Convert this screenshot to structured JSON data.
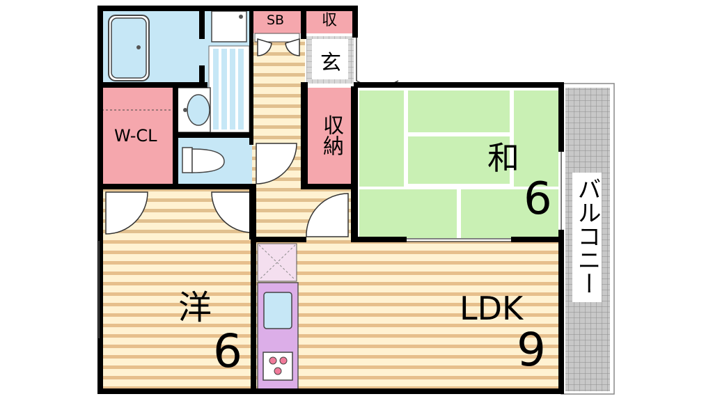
{
  "floor_plan": {
    "rooms": {
      "western": {
        "name": "洋",
        "size": "6"
      },
      "japanese": {
        "name": "和",
        "size": "6"
      },
      "ldk": {
        "name": "LDK",
        "size": "9"
      },
      "walk_in_closet": {
        "name": "W-CL"
      },
      "storage": {
        "name": "収納"
      },
      "shoe_box": {
        "name": "SB"
      },
      "small_storage": {
        "name": "収"
      },
      "entrance": {
        "name": "玄"
      },
      "balcony": {
        "name": "バルコニー"
      }
    },
    "colors": {
      "wood_light": "#fff1cf",
      "wood_stripe": "#e8c08a",
      "tatami": "#c9f0b4",
      "tatami_border": "#ffffff",
      "wet_area": "#c6e7f6",
      "closet": "#f5a7ad",
      "kitchen": "#dcaee8",
      "balcony": "#b5b5b5",
      "wall": "#000000"
    }
  }
}
